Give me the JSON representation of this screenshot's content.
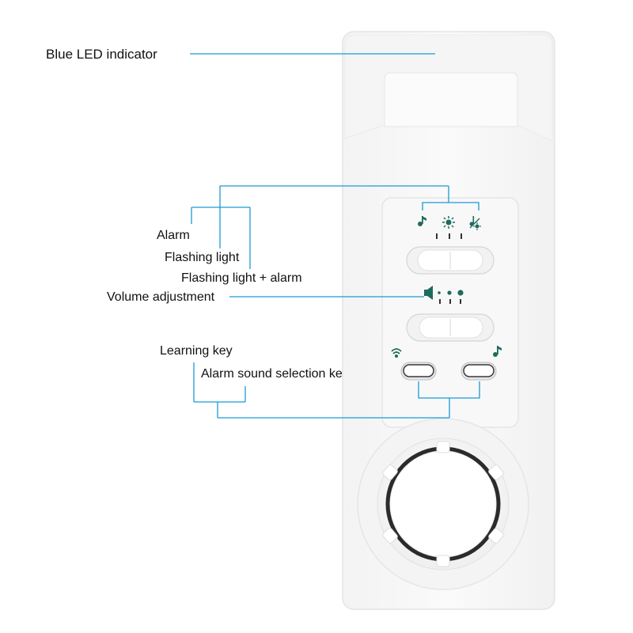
{
  "callouts": {
    "blue_led_indicator": "Blue LED indicator",
    "alarm": "Alarm",
    "flashing_light": "Flashing light",
    "flashing_light_alarm": "Flashing light + alarm",
    "volume_adjustment": "Volume adjustment",
    "learning_key": "Learning key",
    "alarm_sound_selection_key": "Alarm sound selection key"
  },
  "colors": {
    "leader_line": "#1a9ad6",
    "device_body": "#f7f7f7",
    "device_edge": "#e2e2e2",
    "icon_dark": "#1d6b5e",
    "speaker_dark": "#2b2b2b"
  },
  "icons": {
    "mode_alarm": "music-note-icon",
    "mode_flash": "sun-icon",
    "mode_flash_alarm": "note-sun-combo-icon",
    "volume": "speaker-icon",
    "learning": "wifi-icon",
    "sound_select": "music-note-icon"
  }
}
